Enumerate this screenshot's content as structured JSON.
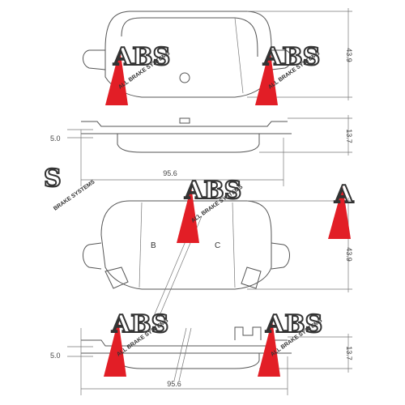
{
  "dimensions": {
    "height_top": "43.9",
    "thickness_top": "13.7",
    "backing_top": "5.0",
    "width_top": "95.6",
    "height_bottom": "43.9",
    "thickness_bottom": "13.7",
    "backing_bottom": "5.0",
    "width_bottom": "95.6"
  },
  "labels": {
    "left_pad": "B",
    "right_pad": "C"
  },
  "watermark": {
    "brand_text": "ALL BRAKE SYSTEMS",
    "accent_color": "#e21e26"
  },
  "colors": {
    "line": "#555555"
  }
}
